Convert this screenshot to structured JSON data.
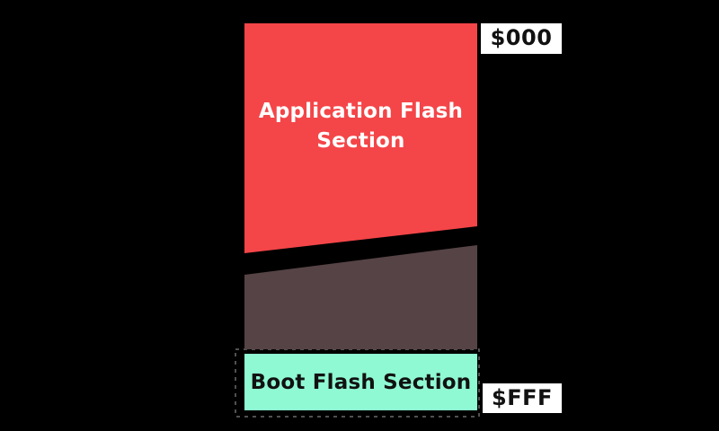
{
  "diagram": {
    "name": "flash-memory-map",
    "sections": {
      "application": {
        "label": "Application Flash Section",
        "color": "#f44548",
        "text_color": "#ffffff"
      },
      "unlabeled": {
        "label": "",
        "color": "#564345"
      },
      "boot": {
        "label": "Boot Flash Section",
        "color": "#8ff9d3",
        "text_color": "#111111"
      }
    },
    "addresses": {
      "start": {
        "text": "$000"
      },
      "end": {
        "text": "$FFF"
      }
    },
    "colors": {
      "background": "#000000",
      "address_box_bg": "#ffffff",
      "address_text": "#111111",
      "boot_dashed_outline": "#8d8d8d"
    }
  }
}
